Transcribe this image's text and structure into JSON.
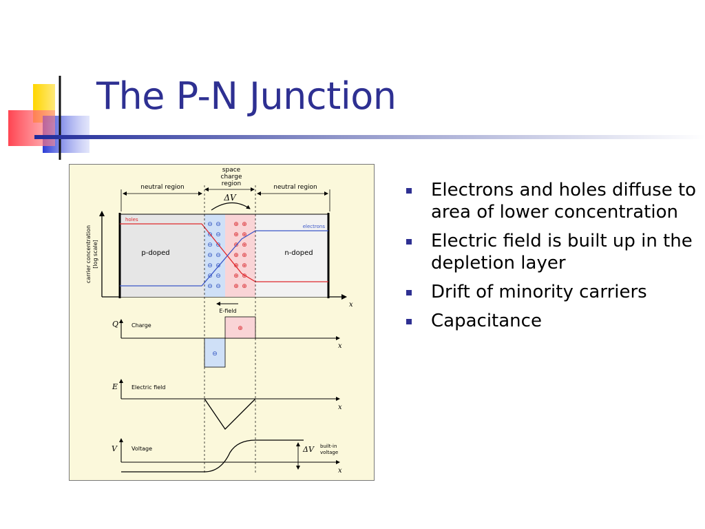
{
  "slide": {
    "title": "The P-N Junction",
    "bullets": [
      "Electrons and holes diffuse to area of lower concentration",
      "Electric field is built up in the depletion layer",
      "Drift of minority carriers",
      "Capacitance"
    ]
  },
  "diagram": {
    "space_charge_label": [
      "space",
      "charge",
      "region"
    ],
    "neutral_left": "neutral region",
    "neutral_right": "neutral region",
    "delta_v": "ΔV",
    "holes_label": "holes",
    "electrons_label": "electrons",
    "p_doped": "p-doped",
    "n_doped": "n-doped",
    "y_axis_label_1": "carrier concentration",
    "y_axis_label_2": "[log scale]",
    "x_label": "x",
    "efield_label": "E-field",
    "charge_axis": "Q",
    "charge_label": "Charge",
    "efield_axis": "E",
    "efield_plot_label": "Electric field",
    "voltage_axis": "V",
    "voltage_label": "Voltage",
    "builtin_1": "built-in",
    "builtin_2": "voltage"
  },
  "colors": {
    "title": "#2e3092",
    "holes": "#e0262b",
    "electrons": "#3a56c8",
    "p_region": "#e6e6e6",
    "n_region": "#f2f2f2",
    "neg_region": "#cfe0f7",
    "pos_region": "#f9d4d6"
  }
}
